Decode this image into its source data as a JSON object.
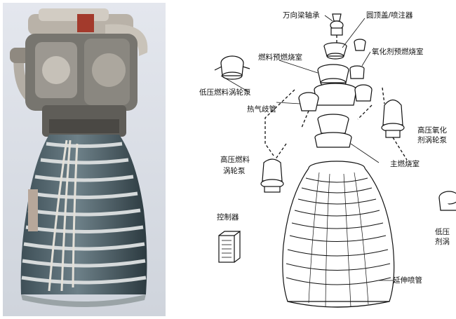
{
  "labels": {
    "gimbal_bearing": "万向梁轴承",
    "dome_injector": "圆顶盖/喷注器",
    "fuel_preburner": "燃料预燃烧室",
    "oxidizer_preburner": "氧化剂预燃烧室",
    "lp_fuel_pump": "低压燃料涡轮泵",
    "hot_gas_manifold": "热气歧管",
    "hp_oxidizer_pump_line1": "高压氧化",
    "hp_oxidizer_pump_line2": "剂涡轮泵",
    "hp_fuel_pump_line1": "高压燃料",
    "hp_fuel_pump_line2": "涡轮泵",
    "main_chamber": "主燃烧室",
    "controller": "控制器",
    "nozzle_extension": "延伸喷管",
    "lp_oxidizer_pump_line1": "低压",
    "lp_oxidizer_pump_line2": "剂涡"
  },
  "colors": {
    "photo_background": "#d9dde4",
    "nozzle_band": "#cfd4d6",
    "nozzle_gap": "#556a73",
    "line_art": "#111111"
  }
}
